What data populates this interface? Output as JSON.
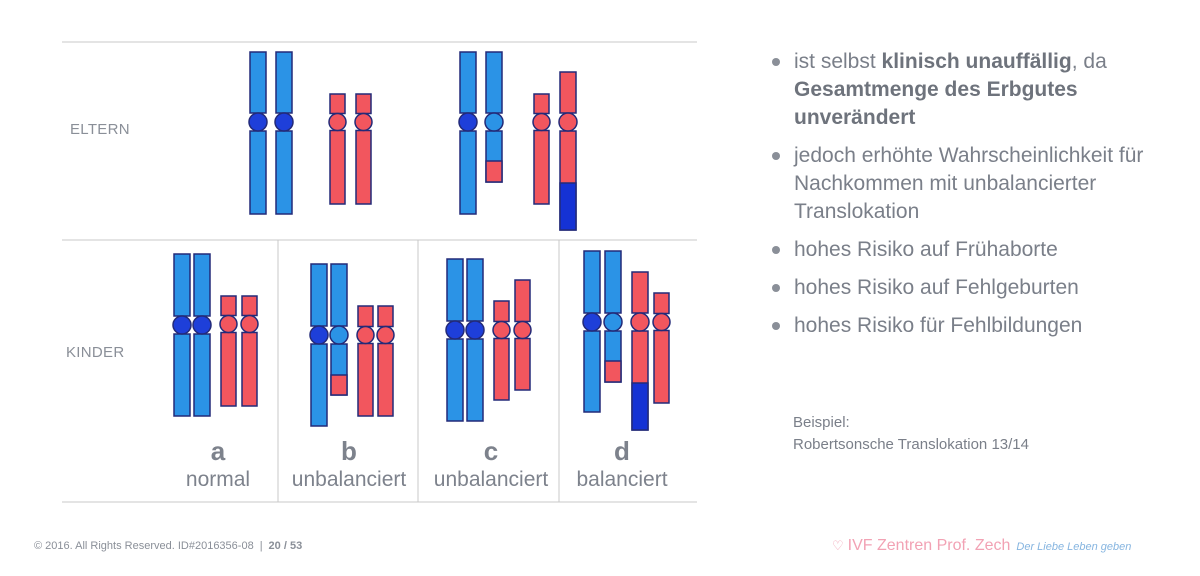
{
  "labels": {
    "parents": "ELTERN",
    "children": "KINDER"
  },
  "cases": [
    {
      "letter": "a",
      "word": "normal"
    },
    {
      "letter": "b",
      "word": "unbalanciert"
    },
    {
      "letter": "c",
      "word": "unbalanciert"
    },
    {
      "letter": "d",
      "word": "balanciert"
    }
  ],
  "bullets": [
    {
      "pre": "ist selbst ",
      "bold": "klinisch unauffällig",
      "mid": ", da ",
      "bold2": "Gesamtmenge des Erbgutes unverändert"
    },
    {
      "pre": "jedoch erhöhte Wahrscheinlichkeit für Nachkommen mit unbalancierter Translokation",
      "bold": "",
      "mid": "",
      "bold2": ""
    },
    {
      "pre": "hohes Risiko auf Frühaborte",
      "bold": "",
      "mid": "",
      "bold2": ""
    },
    {
      "pre": "hohes Risiko auf Fehlgeburten",
      "bold": "",
      "mid": "",
      "bold2": ""
    },
    {
      "pre": "hohes Risiko für Fehlbildungen",
      "bold": "",
      "mid": "",
      "bold2": ""
    }
  ],
  "example": {
    "label": "Beispiel:",
    "text": "Robertsonsche Translokation 13/14"
  },
  "footer": {
    "copyright": "© 2016. All Rights Reserved. ID#2016356-08",
    "separator": "|",
    "page": "20 / 53"
  },
  "brand": {
    "name": "IVF Zentren Prof. Zech",
    "tagline": "Der Liebe Leben geben"
  },
  "colors": {
    "blue": "#2b93e6",
    "blue_centromere": "#1e3fd9",
    "dark_blue": "#1532d4",
    "red": "#f2565e",
    "outline": "#232a78",
    "grid": "#c8c8c8"
  }
}
